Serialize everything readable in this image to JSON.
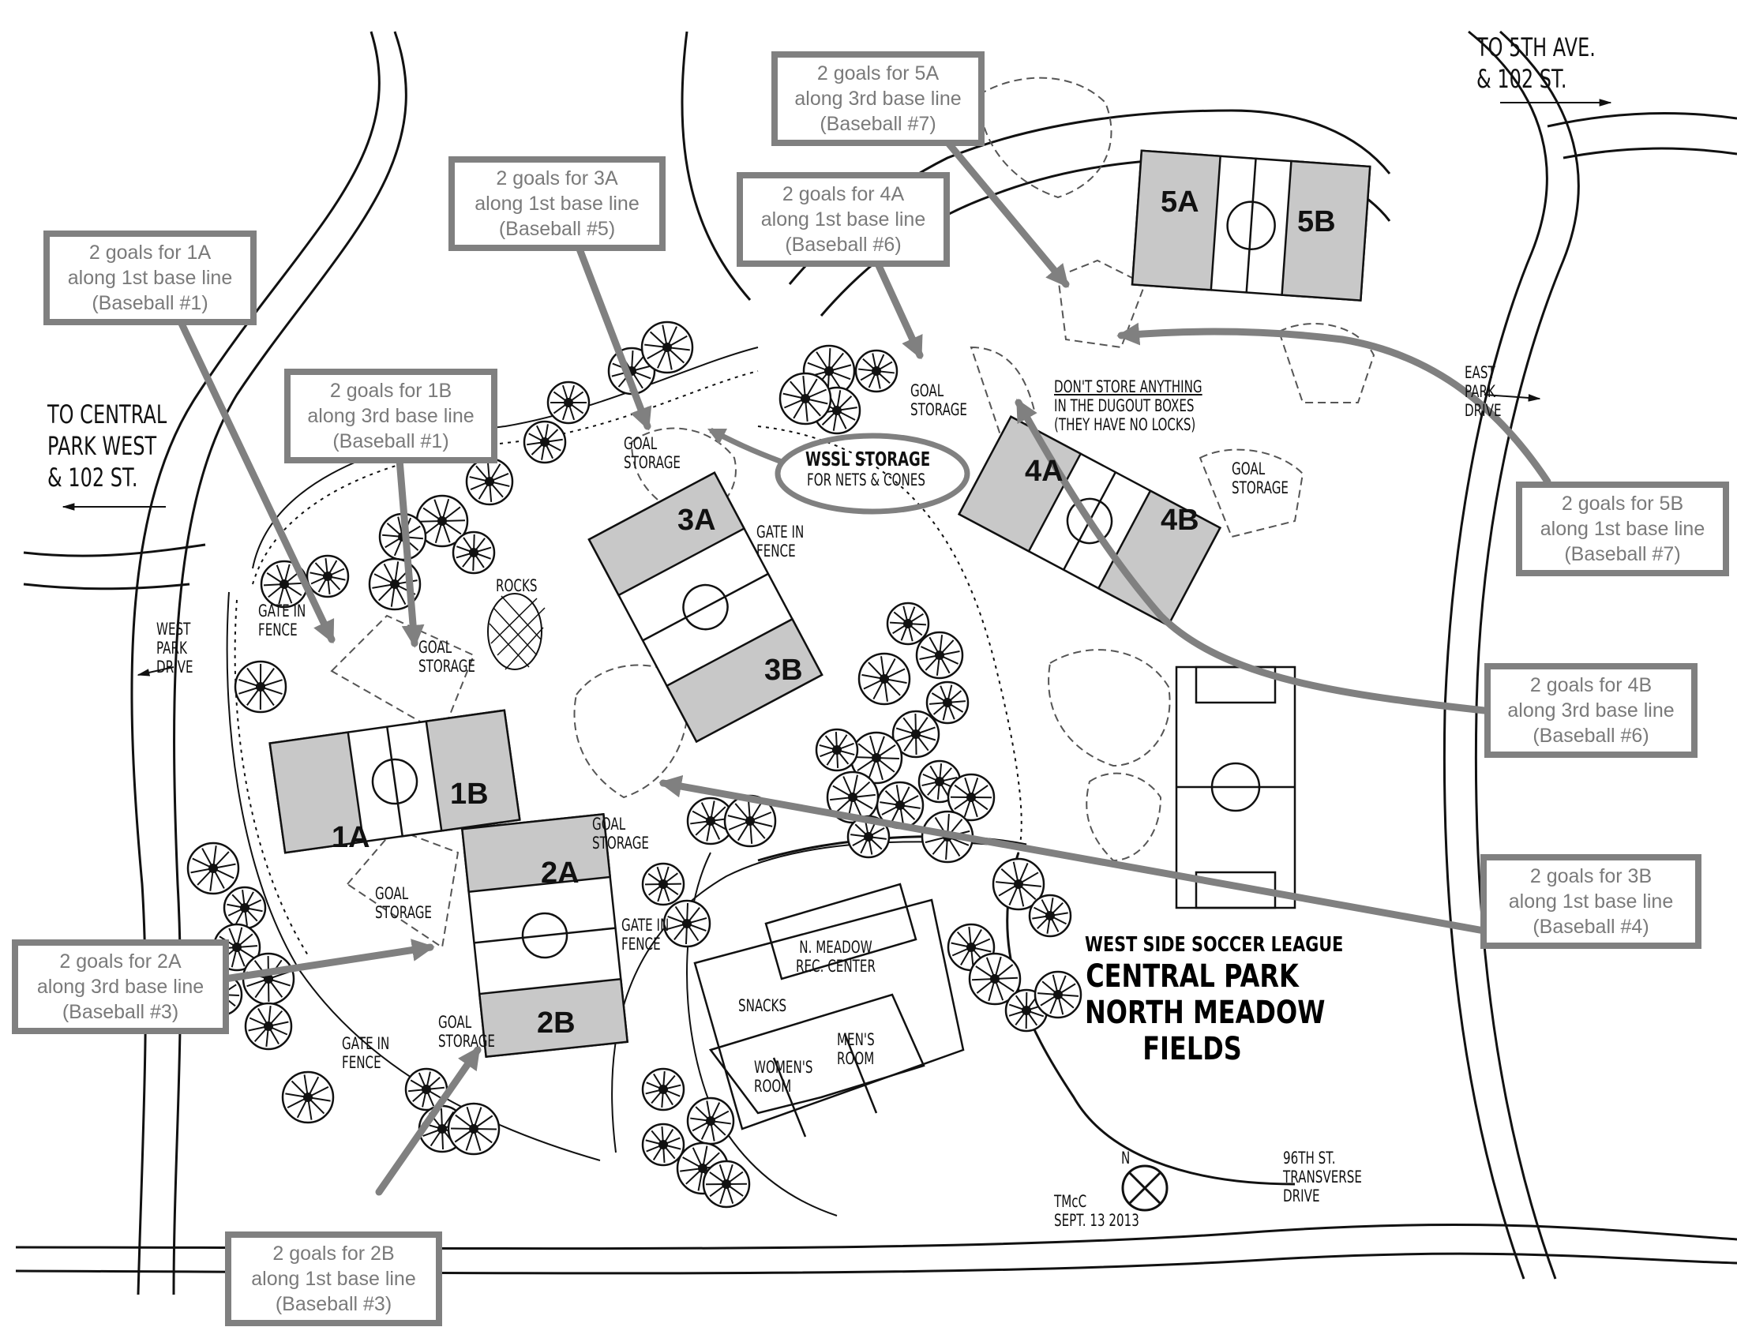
{
  "title": {
    "league": "WEST SIDE SOCCER LEAGUE",
    "line1": "CENTRAL PARK",
    "line2": "NORTH MEADOW",
    "line3": "FIELDS"
  },
  "roads": {
    "top_right": [
      "TO 5TH AVE.",
      "& 102 ST."
    ],
    "left": [
      "TO CENTRAL",
      "PARK WEST",
      "& 102 ST."
    ],
    "west_park_drive": [
      "WEST",
      "PARK",
      "DRIVE"
    ],
    "east_park_drive": [
      "EAST",
      "PARK",
      "DRIVE"
    ],
    "transverse": [
      "96TH ST.",
      "TRANSVERSE",
      "DRIVE"
    ]
  },
  "fields": [
    "1A",
    "1B",
    "2A",
    "2B",
    "3A",
    "3B",
    "4A",
    "4B",
    "5A",
    "5B"
  ],
  "labels": {
    "goal_storage": [
      "GOAL",
      "STORAGE"
    ],
    "gate_in_fence": [
      "GATE IN",
      "FENCE"
    ],
    "rocks": "ROCKS",
    "wssl_storage": "WSSL STORAGE",
    "wssl_storage_sub": "FOR NETS & CONES",
    "dugout_warning": [
      "DON'T STORE ANYTHING",
      "IN THE DUGOUT BOXES",
      "(THEY HAVE NO LOCKS)"
    ],
    "rec_center": [
      "N. MEADOW",
      "REC. CENTER"
    ],
    "snacks": "SNACKS",
    "womens_room": [
      "WOMEN'S",
      "ROOM"
    ],
    "mens_room": [
      "MEN'S",
      "ROOM"
    ],
    "north": "N",
    "credit": [
      "TMcC",
      "SEPT. 13 2013"
    ]
  },
  "callouts": [
    {
      "id": "1A",
      "lines": [
        "2 goals for 1A",
        "along 1st base line",
        "(Baseball #1)"
      ]
    },
    {
      "id": "1B",
      "lines": [
        "2 goals for 1B",
        "along 3rd base line",
        "(Baseball #1)"
      ]
    },
    {
      "id": "2A",
      "lines": [
        "2 goals for 2A",
        "along 3rd base line",
        "(Baseball #3)"
      ]
    },
    {
      "id": "2B",
      "lines": [
        "2 goals for 2B",
        "along 1st base line",
        "(Baseball #3)"
      ]
    },
    {
      "id": "3A",
      "lines": [
        "2 goals for 3A",
        "along 1st base line",
        "(Baseball #5)"
      ]
    },
    {
      "id": "3B",
      "lines": [
        "2 goals for 3B",
        "along 1st base line",
        "(Baseball #4)"
      ]
    },
    {
      "id": "4A",
      "lines": [
        "2 goals for 4A",
        "along 1st base line",
        "(Baseball #6)"
      ]
    },
    {
      "id": "4B",
      "lines": [
        "2 goals for 4B",
        "along 3rd base line",
        "(Baseball #6)"
      ]
    },
    {
      "id": "5A",
      "lines": [
        "2 goals for 5A",
        "along 3rd base line",
        "(Baseball #7)"
      ]
    },
    {
      "id": "5B",
      "lines": [
        "2 goals for 5B",
        "along 1st base line",
        "(Baseball #7)"
      ]
    }
  ],
  "colors": {
    "callout_border": "#808080",
    "callout_text": "#7a7a7a",
    "field_fill": "#c8c8c8",
    "line": "#111111"
  }
}
